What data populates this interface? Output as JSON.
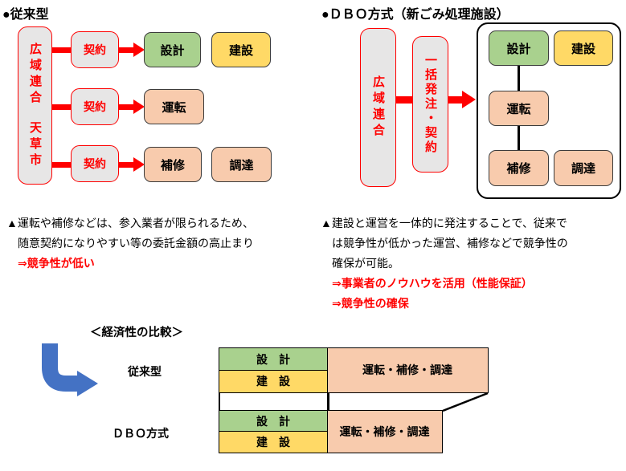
{
  "colors": {
    "red": "#FF0000",
    "green": "#A9D18E",
    "yellow": "#FFD966",
    "peach": "#F8CBAD",
    "gray_fill": "#E7E6E6",
    "blue_arrow": "#4472C4"
  },
  "conventional": {
    "heading": "●従来型",
    "authority_upper": "広域連合",
    "authority_lower": "天草市",
    "contract_label": "契約",
    "design": "設計",
    "construction": "建設",
    "operation": "運転",
    "repair": "補修",
    "procurement": "調達",
    "note": {
      "line1": "▲運転や補修などは、参入業者が限られるため、",
      "line2": "随意契約になりやすい等の委託金額の高止まり",
      "conclusion": "⇒競争性が低い"
    }
  },
  "dbo": {
    "heading": "●ＤＢＯ方式（新ごみ処理施設）",
    "authority": "広域連合",
    "bulk_order": "一括発注・契約",
    "design": "設計",
    "construction": "建設",
    "operation": "運転",
    "repair": "補修",
    "procurement": "調達",
    "note": {
      "line1": "▲建設と運営を一体的に発注することで、従来で",
      "line2": "は競争性が低かった運営、補修などで競争性の",
      "line3": "確保が可能。",
      "conclusion1": "⇒事業者のノウハウを活用（性能保証）",
      "conclusion2": "⇒競争性の確保"
    }
  },
  "comparison": {
    "title": "＜経済性の比較＞",
    "conventional_label": "従来型",
    "dbo_label": "ＤＢＯ方式",
    "design": "設　計",
    "construction": "建　設",
    "operation_bundle": "運転・補修・調達"
  }
}
